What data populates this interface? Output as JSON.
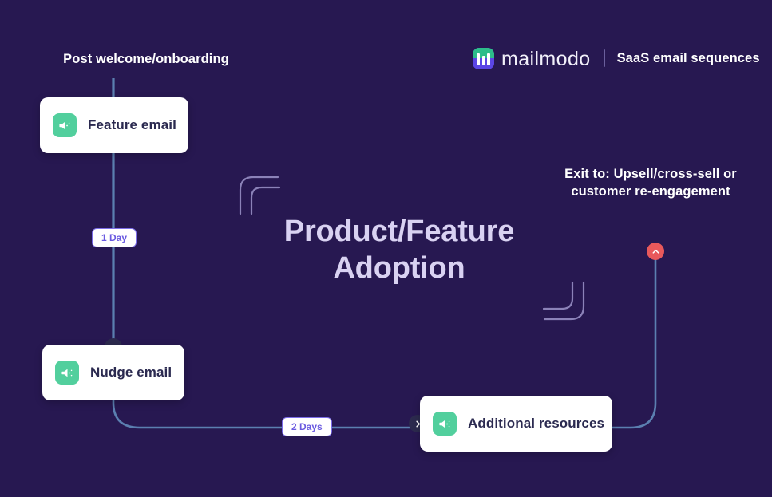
{
  "page": {
    "background_color": "#271851",
    "title": "Product/Feature Adoption"
  },
  "header": {
    "logo_icon": "mailmodo-logo-icon",
    "brand_name": "mailmodo",
    "separator": "|",
    "tagline": "SaaS email sequences",
    "logo_colors": {
      "top": "#2dbd8a",
      "bottom": "#5b46e5",
      "bars": "#ffffff"
    }
  },
  "flow": {
    "title": "Product/Feature Adoption",
    "title_color": "#d9d2f2",
    "entry_caption": "Post welcome/onboarding",
    "exit_caption": "Exit to: Upsell/cross-sell or customer re-engagement",
    "connector_color": "#5b7fb0",
    "nodes": [
      {
        "id": "feature-email",
        "label": "Feature email",
        "icon": "megaphone-icon",
        "icon_bg": "#52cf9d"
      },
      {
        "id": "nudge-email",
        "label": "Nudge email",
        "icon": "megaphone-icon",
        "icon_bg": "#52cf9d"
      },
      {
        "id": "additional-resources",
        "label": "Additional resources",
        "icon": "megaphone-icon",
        "icon_bg": "#52cf9d"
      }
    ],
    "delays": [
      {
        "id": "delay-1",
        "label": "1 Day"
      },
      {
        "id": "delay-2",
        "label": "2 Days"
      }
    ],
    "handles": [
      {
        "id": "handle-down",
        "icon": "chevron-down-icon",
        "color": "#2c2a4e"
      },
      {
        "id": "handle-right",
        "icon": "chevron-right-icon",
        "color": "#2c2a4e"
      },
      {
        "id": "handle-up",
        "icon": "chevron-up-icon",
        "color": "#e8595b"
      }
    ]
  }
}
